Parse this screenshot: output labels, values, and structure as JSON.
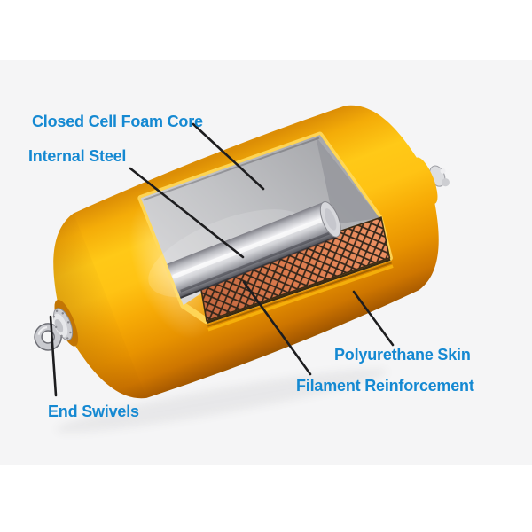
{
  "diagram": {
    "subject": "Foam-filled marine buoy cutaway diagram",
    "parts": {
      "foam_core": {
        "label": "Closed Cell Foam Core",
        "color": "#BDBEC2"
      },
      "internal_steel": {
        "label": "Internal Steel",
        "color": "#D9DADE"
      },
      "polyurethane_skin": {
        "label": "Polyurethane Skin",
        "color": "#F9AE06"
      },
      "filament_reinforcement": {
        "label": "Filament Reinforcement",
        "color": "#DD7C4E"
      },
      "end_swivels": {
        "label": "End Swivels",
        "color": "#CDCED3"
      }
    },
    "style": {
      "label_color": "#1589d2",
      "leader_line_color": "#1d1d1f",
      "background": "#ffffff",
      "canvas_band": "#f5f5f6"
    }
  }
}
